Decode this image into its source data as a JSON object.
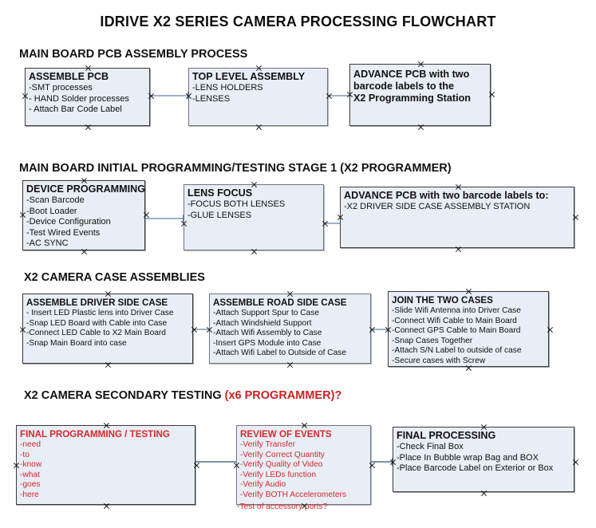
{
  "document": {
    "title": "IDRIVE X2  SERIES CAMERA PROCESSING FLOWCHART"
  },
  "colors": {
    "node_fill": "#e8edf6",
    "node_border": "#3a3a3a",
    "accent_red": "#d42a2a",
    "connector": "#9fb2c8",
    "arrowhead": "#4a7ab5",
    "text": "#111111"
  },
  "sections": [
    {
      "id": "main-board-pcb-assembly",
      "heading": "MAIN BOARD PCB ASSEMBLY PROCESS",
      "heading_accent": "",
      "nodes": [
        {
          "id": "assemble-pcb",
          "header": "ASSEMBLE PCB",
          "lines": [
            "-SMT processes",
            "- HAND Solder processes",
            "- Attach Bar Code Label"
          ]
        },
        {
          "id": "top-level-assembly",
          "header": "TOP LEVEL ASSEMBLY",
          "lines": [
            "-LENS HOLDERS",
            "-LENSES"
          ]
        },
        {
          "id": "advance-pcb-x2-programming-station",
          "header": "ADVANCE PCB with two",
          "lines": [
            "barcode labels to the",
            " X2 Programming Station"
          ]
        }
      ]
    },
    {
      "id": "main-board-initial-programming",
      "heading": "MAIN BOARD INITIAL PROGRAMMING/TESTING STAGE 1 (X2 PROGRAMMER)",
      "heading_accent": "",
      "nodes": [
        {
          "id": "device-programming",
          "header": "DEVICE PROGRAMMING",
          "lines": [
            "-Scan Barcode",
            "-Boot Loader",
            "-Device Configuration",
            "-Test Wired Events",
            "-AC SYNC"
          ]
        },
        {
          "id": "lens-focus",
          "header": "LENS FOCUS",
          "lines": [
            "-FOCUS BOTH LENSES",
            "-GLUE LENSES"
          ]
        },
        {
          "id": "advance-pcb-driver-side-case",
          "header": "ADVANCE PCB with two barcode labels to:",
          "lines": [
            "-X2 DRIVER  SIDE  CASE  ASSEMBLY STATION"
          ]
        }
      ]
    },
    {
      "id": "x2-camera-case-assemblies",
      "heading": "X2 CAMERA CASE ASSEMBLIES",
      "heading_accent": "",
      "nodes": [
        {
          "id": "assemble-driver-side-case",
          "header": "ASSEMBLE DRIVER SIDE CASE",
          "lines": [
            "- Insert LED Plastic lens into Driver Case",
            "-Snap LED Board with Cable into Case",
            "-Connect LED Cable to X2 Main Board",
            "-Snap Main Board into case"
          ]
        },
        {
          "id": "assemble-road-side-case",
          "header": "ASSEMBLE ROAD SIDE CASE",
          "lines": [
            "-Attach Support Spur to Case",
            "-Attach Windshield Support",
            "-Attach Wifi Assembly to Case",
            "-Insert GPS Module into Case",
            "-Attach Wifi Label to Outside of Case"
          ]
        },
        {
          "id": "join-the-two-cases",
          "header": "JOIN THE TWO CASES",
          "lines": [
            "-Slide Wifi Antenna into Driver Case",
            "-Connect Wifi Cable to Main Board",
            "-Connect GPS Cable to Main Board",
            "-Snap Cases Together",
            "-Attach S/N Label to outside of case",
            "-Secure cases with Screw"
          ]
        }
      ]
    },
    {
      "id": "x2-camera-secondary-testing",
      "heading": "X2 CAMERA SECONDARY TESTING ",
      "heading_accent": "(x6 PROGRAMMER)?",
      "nodes": [
        {
          "id": "final-programming-testing",
          "header": "FINAL PROGRAMMING / TESTING",
          "lines": [
            "-need",
            "-to",
            "-know",
            "-what",
            "-goes",
            "-here"
          ]
        },
        {
          "id": "review-of-events",
          "header": "REVIEW OF EVENTS",
          "lines": [
            "-Verify Transfer",
            "-Verify Correct Quantity",
            "-Verify Quality of Video",
            "-Verify LEDs function",
            "-Verify Audio",
            "-Verify BOTH Accelerometers"
          ],
          "overflow_line": "-Test of accessory ports?"
        },
        {
          "id": "final-processing",
          "header": "FINAL PROCESSING",
          "lines": [
            " -Check Final Box",
            "-Place In Bubble wrap Bag and BOX",
            "-Place Barcode Label on Exterior or Box"
          ]
        }
      ]
    }
  ]
}
